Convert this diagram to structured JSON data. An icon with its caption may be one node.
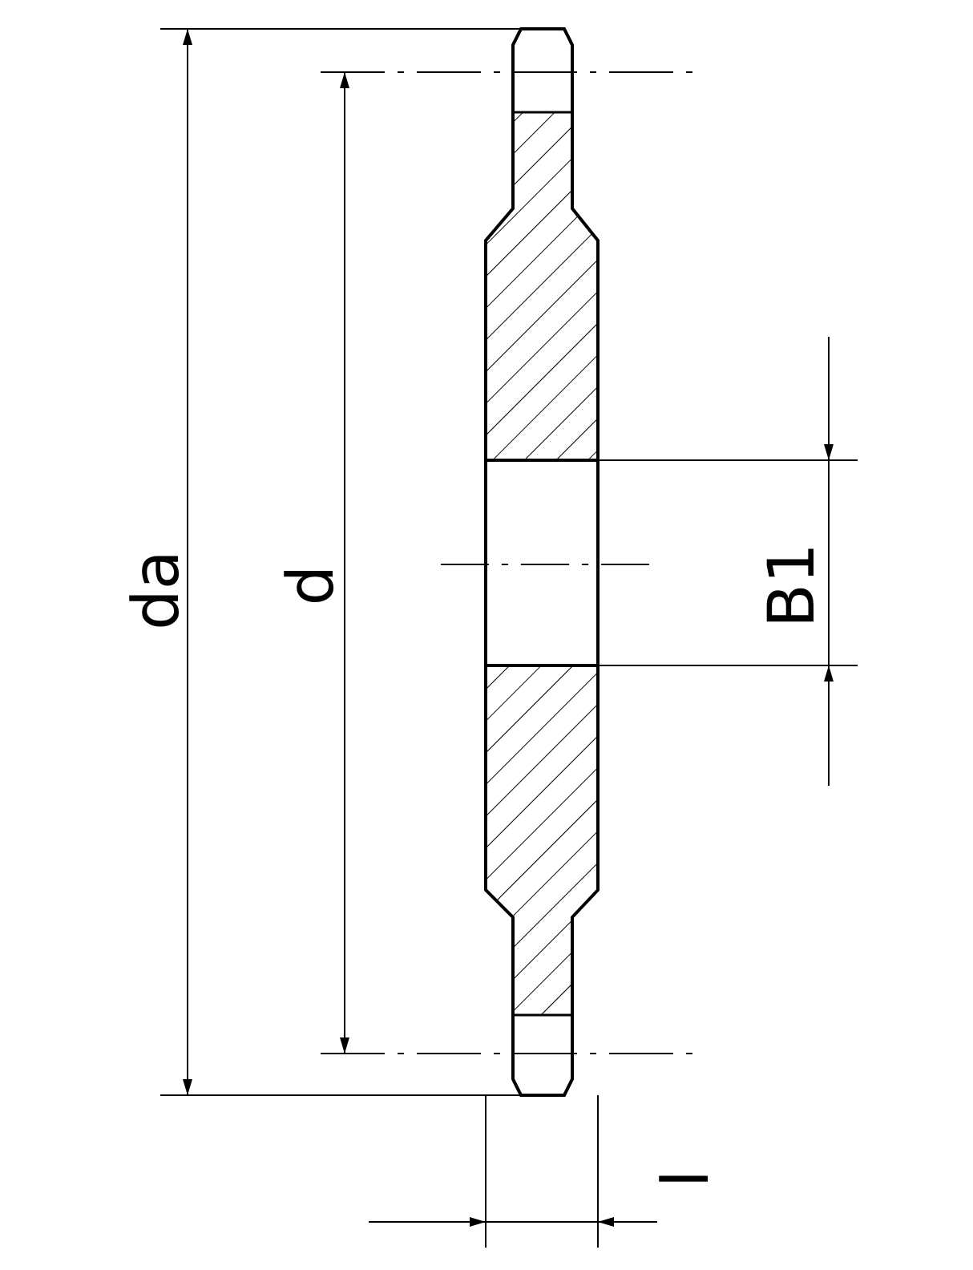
{
  "diagram": {
    "labels": [
      "da",
      "d",
      "B1",
      "l"
    ]
  }
}
